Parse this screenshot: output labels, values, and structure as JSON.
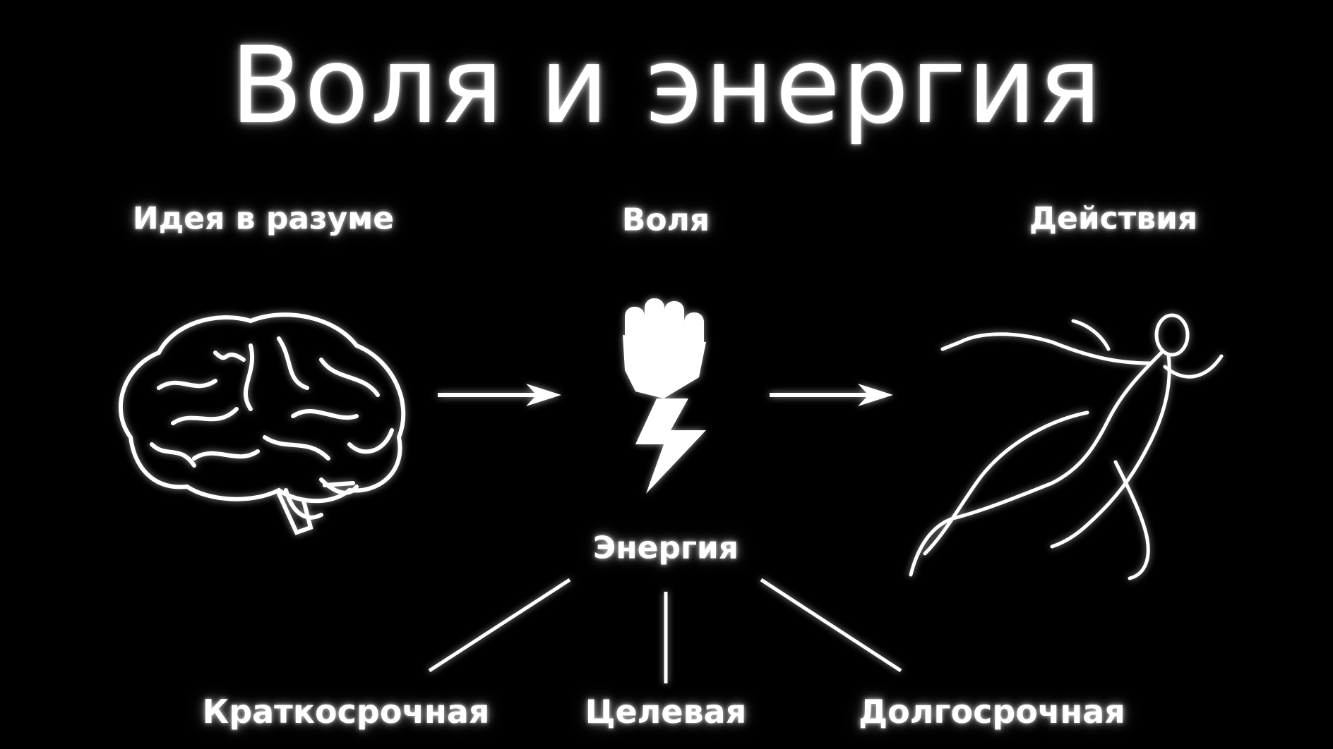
{
  "title": "Воля и энергия",
  "stages": [
    {
      "label": "Идея в разуме",
      "icon": "brain-icon"
    },
    {
      "label": "Воля",
      "icon": "fist-lightning-icon"
    },
    {
      "label": "Действия",
      "icon": "runner-icon"
    }
  ],
  "energy": {
    "label": "Энергия",
    "types": [
      "Краткосрочная",
      "Целевая",
      "Долгосрочная"
    ]
  },
  "colors": {
    "background": "#000000",
    "foreground": "#ffffff"
  }
}
